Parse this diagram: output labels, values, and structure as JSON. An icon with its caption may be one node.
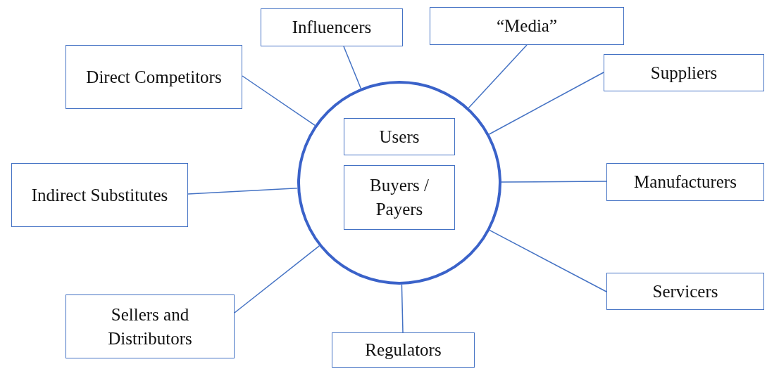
{
  "diagram": {
    "nodes": [
      {
        "text": [],
        "shape": "circle"
      },
      {
        "text": [
          "Users"
        ],
        "in": 0
      },
      {
        "text": [
          "Buyers / Payers"
        ],
        "in": 0
      },
      {
        "text": [
          "Influencers"
        ]
      },
      {
        "text": [
          "“Media”"
        ]
      },
      {
        "text": [
          "Direct Competitors"
        ]
      },
      {
        "text": [
          "Suppliers"
        ]
      },
      {
        "text": [
          "Indirect Substitutes"
        ]
      },
      {
        "text": [
          "Manufacturers"
        ]
      },
      {
        "text": [
          "Servicers"
        ]
      },
      {
        "text": [
          "Sellers and Distributors"
        ]
      },
      {
        "text": [
          "Regulators"
        ]
      }
    ],
    "edges": [
      {
        "from": 0,
        "to": 3,
        "arrow": "none"
      },
      {
        "from": 0,
        "to": 4,
        "arrow": "none"
      },
      {
        "from": 0,
        "to": 5,
        "arrow": "none"
      },
      {
        "from": 0,
        "to": 6,
        "arrow": "none"
      },
      {
        "from": 0,
        "to": 7,
        "arrow": "none"
      },
      {
        "from": 0,
        "to": 8,
        "arrow": "none"
      },
      {
        "from": 0,
        "to": 9,
        "arrow": "none"
      },
      {
        "from": 0,
        "to": 10,
        "arrow": "none"
      },
      {
        "from": 0,
        "to": 11,
        "arrow": "none"
      }
    ]
  }
}
